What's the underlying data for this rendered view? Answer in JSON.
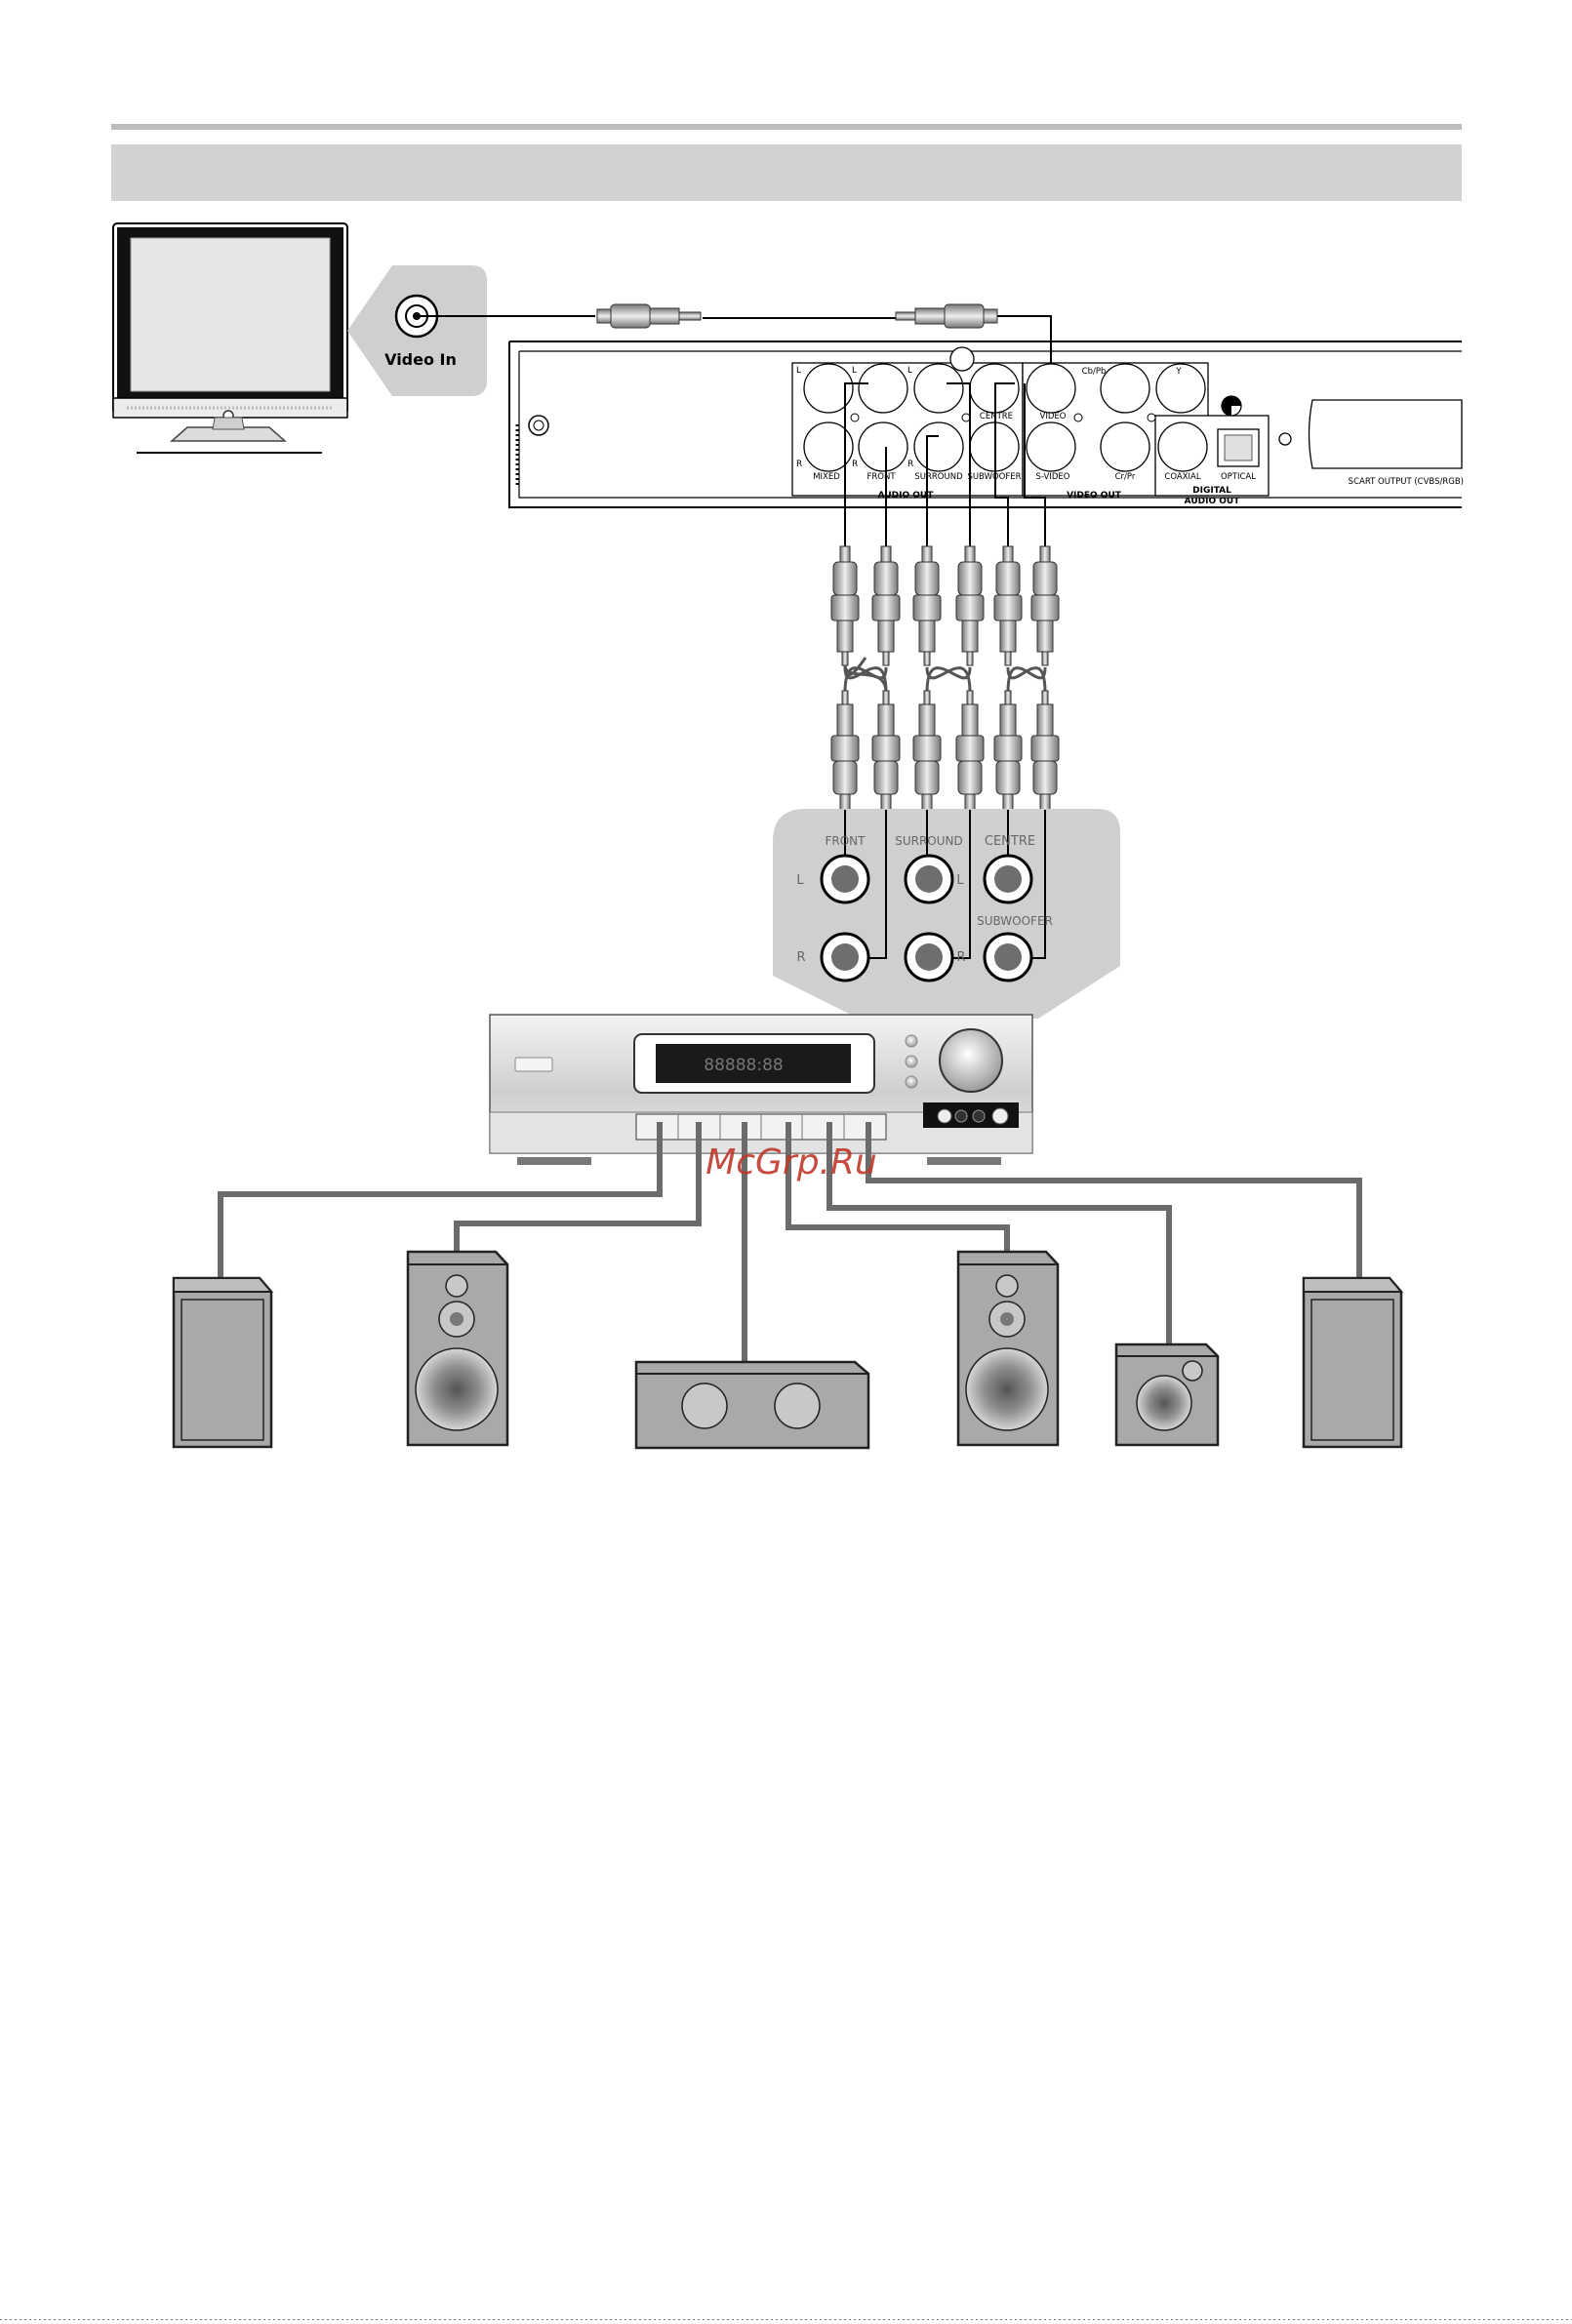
{
  "tv_panel": {
    "jack_label": "Video In"
  },
  "dvd_rear": {
    "channel_letters": {
      "l1": "L",
      "l2": "L",
      "l3": "L",
      "r1": "R",
      "r2": "R",
      "r3": "R"
    },
    "jack_labels": {
      "mixed": "MIXED",
      "front": "FRONT",
      "surround": "SURROUND",
      "centre": "CENTRE",
      "subwoofer": "SUBWOOFER",
      "video": "VIDEO",
      "svideo": "S-VIDEO",
      "cbpb": "Cb/Pb",
      "y": "Y",
      "crpr": "Cr/Pr",
      "coaxial": "COAXIAL",
      "optical": "OPTICAL"
    },
    "group_labels": {
      "audio_out": "AUDIO OUT",
      "video_out": "VIDEO OUT",
      "digital_line1": "DIGITAL",
      "digital_line2": "AUDIO OUT",
      "scart": "SCART OUTPUT (CVBS/RGB)"
    }
  },
  "amp_panel": {
    "front": "FRONT",
    "surround": "SURROUND",
    "centre": "CENTRE",
    "subwoofer": "SUBWOOFER",
    "l_front": "L",
    "r_front": "R",
    "l_surround": "L",
    "r_surround": "R"
  },
  "receiver": {
    "display_text": "88888:88"
  },
  "watermark": "McGrp.Ru",
  "colors": {
    "panel_gray": "#d0d0d0",
    "title_bar": "#d2d2d2",
    "speaker_gray": "#a9a9a9",
    "wire_gray": "#6b6b6b",
    "watermark": "#c0392b"
  }
}
